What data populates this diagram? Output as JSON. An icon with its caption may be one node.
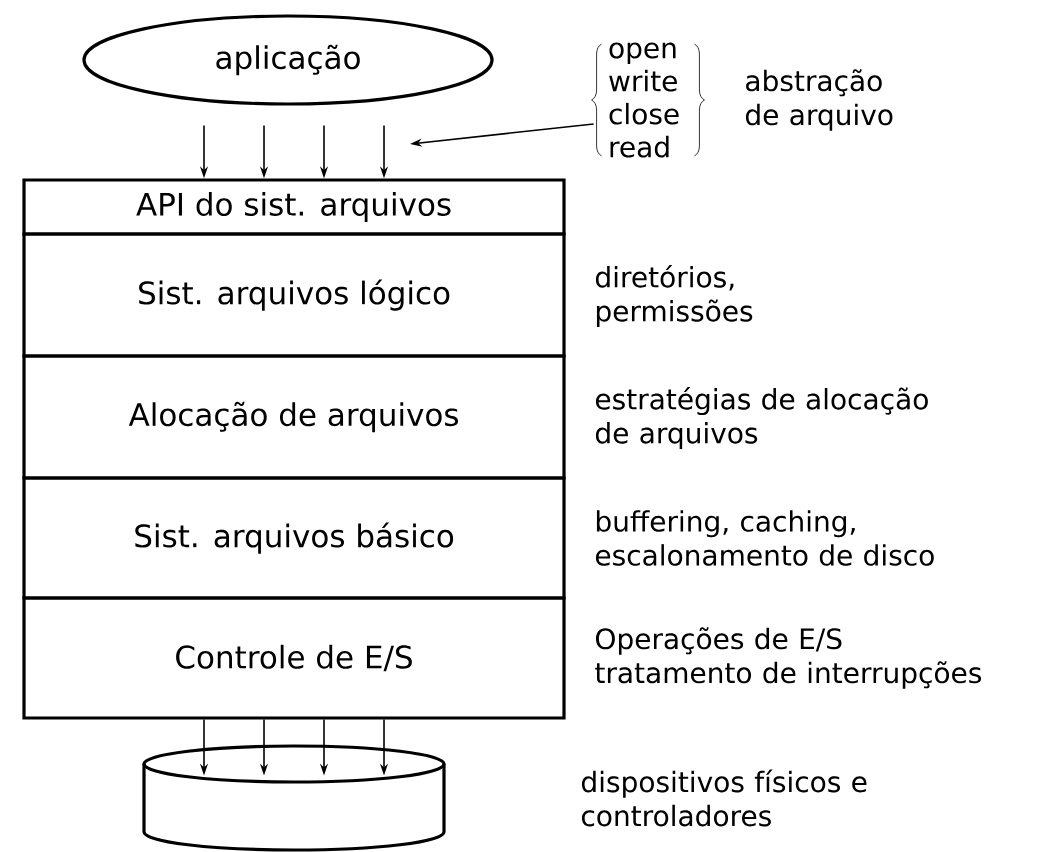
{
  "diagram": {
    "nodes": [
      {
        "text": [
          "aplicação"
        ]
      },
      {
        "text": [
          "API do sist. arquivos"
        ]
      },
      {
        "text": [
          "Sist. arquivos lógico"
        ],
        "beside": [
          "diretórios, permissões"
        ]
      },
      {
        "text": [
          "Alocação de arquivos"
        ],
        "beside": [
          "estratégias de alocação de arquivos"
        ]
      },
      {
        "text": [
          "Sist. arquivos básico"
        ],
        "beside": [
          "buffering, caching, escalonamento de disco"
        ]
      },
      {
        "text": [
          "Controle de E/S"
        ],
        "beside": [
          "Operações de E/S tratamento de interrupções"
        ]
      },
      {
        "text": [],
        "shape": "cylinder"
      },
      {
        "text": [
          "open write close read"
        ],
        "beside": [
          "abstração de arquivo"
        ]
      }
    ],
    "edges": [
      {
        "from": 0,
        "to": 1,
        "arrow": "to"
      },
      {
        "from": 0,
        "to": 1,
        "arrow": "to"
      },
      {
        "from": 0,
        "to": 1,
        "arrow": "to"
      },
      {
        "from": 0,
        "to": 1,
        "arrow": "to"
      },
      {
        "from": 5,
        "to": 6,
        "arrow": "to"
      },
      {
        "from": 5,
        "to": 6,
        "arrow": "to"
      },
      {
        "from": 5,
        "to": 6,
        "arrow": "to"
      },
      {
        "from": 5,
        "to": 6,
        "arrow": "to"
      },
      {
        "from": 7,
        "to": null,
        "arrow": "to"
      }
    ],
    "labels": [
      "dispositivos físicos e controladores"
    ]
  }
}
